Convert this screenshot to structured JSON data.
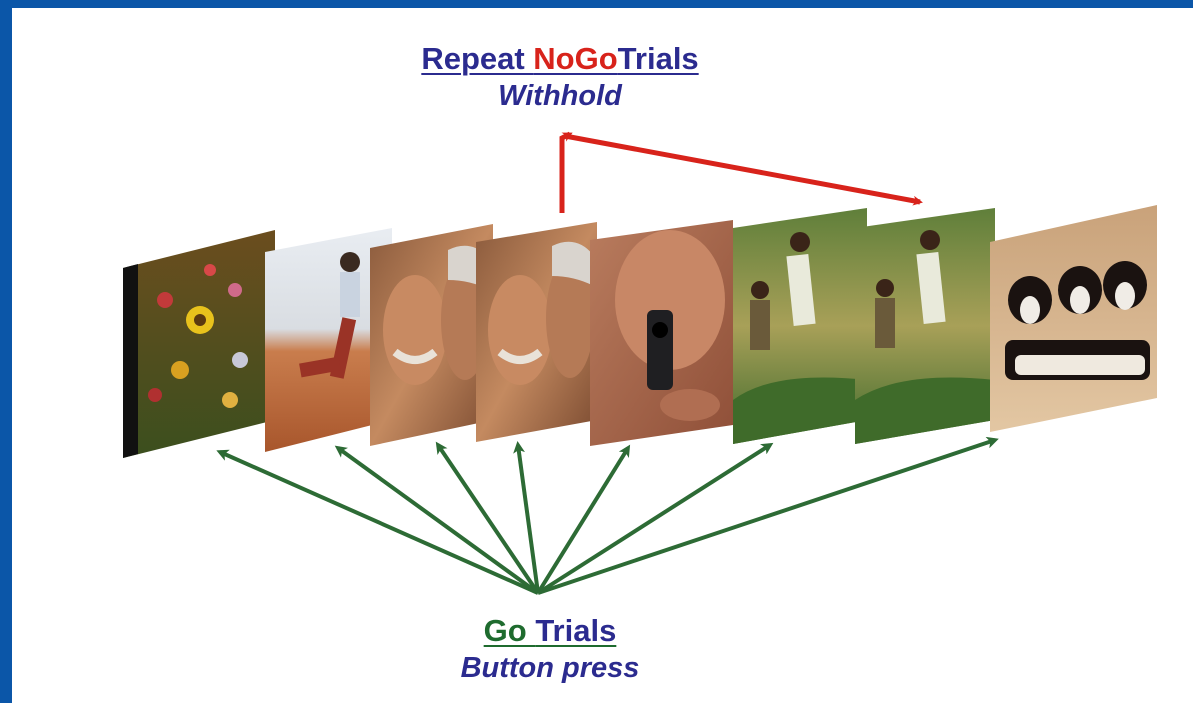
{
  "top_label": {
    "word_repeat": "Repeat ",
    "word_nogo": "NoGo",
    "word_trials": "Trials",
    "subtitle": "Withhold"
  },
  "bottom_label": {
    "word_go": "Go ",
    "word_trials": "Trials",
    "subtitle": "Button press"
  },
  "colors": {
    "frame": "#0b56a8",
    "nogo_red": "#d8231b",
    "label_blue": "#2b2b8f",
    "go_green": "#1e6b2e"
  },
  "images": [
    {
      "name": "flowers-image"
    },
    {
      "name": "man-on-sand-image"
    },
    {
      "name": "old-men-faces-image"
    },
    {
      "name": "old-men-faces-repeat-image"
    },
    {
      "name": "pointed-gun-image"
    },
    {
      "name": "children-running-image"
    },
    {
      "name": "children-running-repeat-image"
    },
    {
      "name": "puppies-image"
    }
  ]
}
